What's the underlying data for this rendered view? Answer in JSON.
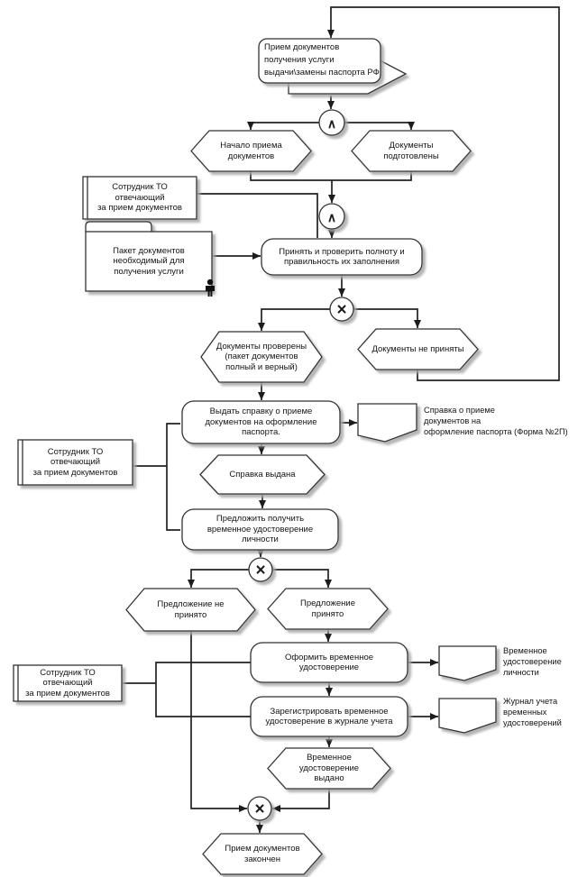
{
  "nodes": {
    "process_interface": "Прием документов\nполучения услуги\nвыдачи\\замены паспорта РФ",
    "event_start": "Начало приема\nдокументов",
    "event_docs_prepared": "Документы\nподготовлены",
    "org_unit_top": "Сотрудник ТО\nотвечающий\nза прием документов",
    "input_package": "Пакет документов\nнеобходимый для\nполучения услуги",
    "func_check": "Принять и проверить полноту и\nправильность их заполнения",
    "event_checked": "Документы проверены\n(пакет документов\nполный и верный)",
    "event_rejected": "Документы не приняты",
    "func_issue_receipt": "Выдать справку о приеме\nдокументов на оформление\nпаспорта.",
    "doc_receipt_label": "Справка о приеме\nдокументов на\nоформление паспорта (Форма №2П)",
    "org_unit_mid": "Сотрудник ТО\nотвечающий\nза прием документов",
    "event_receipt_issued": "Справка выдана",
    "func_offer": "Предложить получить\nвременное удостоверение\nличности",
    "event_offer_declined": "Предложение не\nпринято",
    "event_offer_accepted": "Предложение\nпринято",
    "func_make_temp": "Оформить временное\nудостоверение",
    "doc_temp_label": "Временное\nудостоверение\nличности",
    "org_unit_bottom": "Сотрудник ТО\nотвечающий\nза прием документов",
    "func_register_temp": "Зарегистрировать временное\nудостоверение в журнале учета",
    "doc_journal_label": "Журнал учета\nвременных\nудостоверений",
    "event_temp_issued": "Временное\nудостоверение\nвыдано",
    "event_done": "Прием документов\nзакончен"
  },
  "connectors": {
    "and_symbol": "∧",
    "xor_symbol": "×"
  },
  "colors": {
    "line": "#222222",
    "shape_stroke": "#333333",
    "shape_fill": "#ffffff",
    "shadow": "#a8a8a8"
  }
}
